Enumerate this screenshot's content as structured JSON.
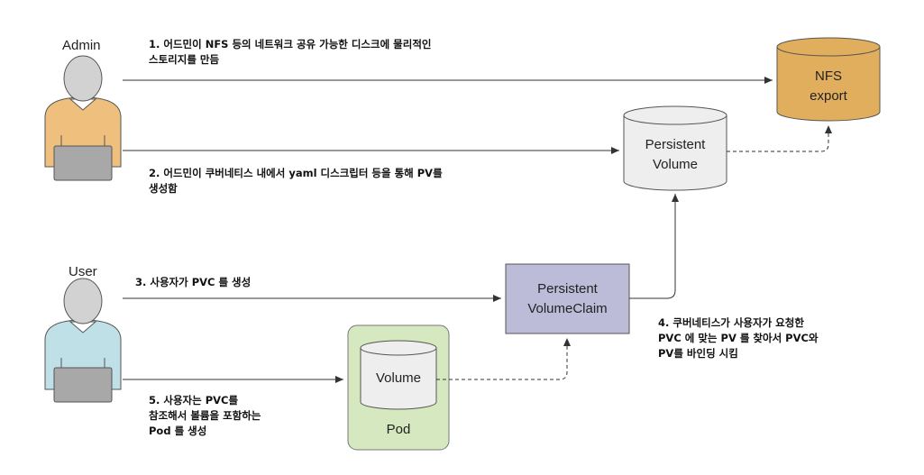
{
  "actors": {
    "admin": "Admin",
    "user": "User"
  },
  "nodes": {
    "nfs": {
      "line1": "NFS",
      "line2": "export"
    },
    "pv": {
      "line1": "Persistent",
      "line2": "Volume"
    },
    "pvc": {
      "line1": "Persistent",
      "line2": "VolumeClaim"
    },
    "pod": {
      "label": "Pod",
      "volume": "Volume"
    }
  },
  "steps": {
    "s1": {
      "line1": "1. 어드민이 NFS 등의 네트워크 공유 가능한 디스크에 물리적인",
      "line2": "스토리지를 만듬"
    },
    "s2": {
      "line1": "2. 어드민이 쿠버네티스 내에서  yaml 디스크립터 등을 통해 PV를",
      "line2": "생성함"
    },
    "s3": {
      "line1": "3. 사용자가 PVC 를 생성"
    },
    "s4": {
      "line1": "4. 쿠버네티스가 사용자가 요청한",
      "line2": "PVC 에 맞는 PV 를 찾아서 PVC와",
      "line3": "PV를 바인딩 시킴"
    },
    "s5": {
      "line1": "5. 사용자는 PVC를",
      "line2": "참조해서 볼륨을 포함하는",
      "line3": "Pod 를 생성"
    }
  },
  "colors": {
    "admin_shirt": "#efbf7e",
    "user_shirt": "#bfe0e6",
    "nfs_fill": "#e1ae5d",
    "pvc_fill": "#bcbcd8",
    "pod_fill": "#d5e8bf",
    "cylinder_fill": "#eeeeee"
  }
}
